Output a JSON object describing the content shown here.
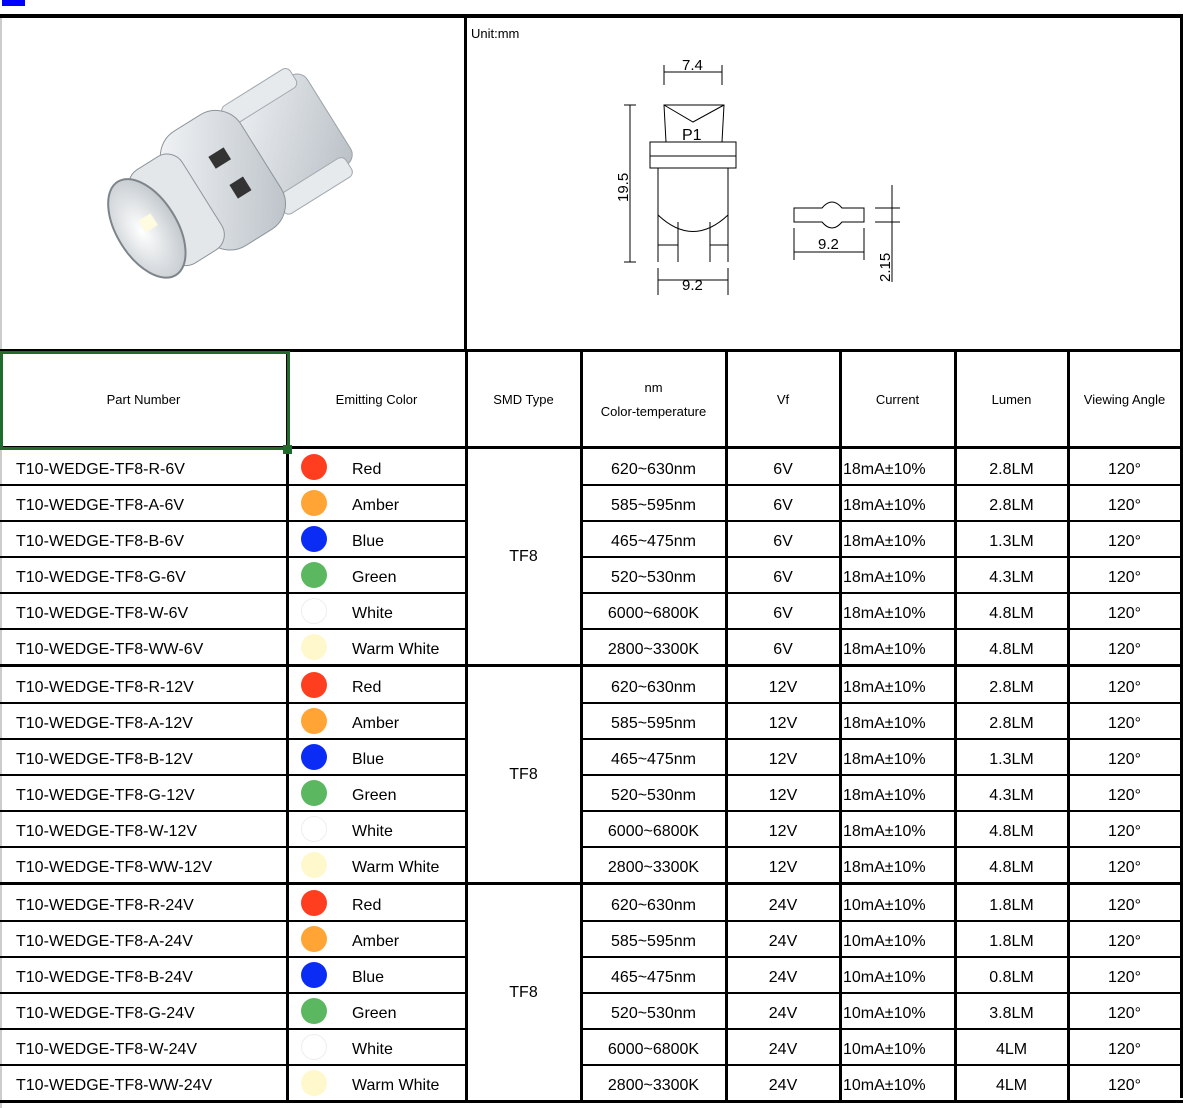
{
  "unit_label": "Unit:mm",
  "dimensions": {
    "top_width": "7.4",
    "height": "19.5",
    "base_width": "9.2",
    "side_width": "9.2",
    "side_thickness": "2.15",
    "marking": "P1"
  },
  "headers": {
    "part_number": "Part Number",
    "emitting_color": "Emitting Color",
    "smd_type": "SMD Type",
    "nm": "nm",
    "color_temperature": "Color-temperature",
    "vf": "Vf",
    "current": "Current",
    "lumen": "Lumen",
    "viewing_angle": "Viewing Angle"
  },
  "colors": {
    "Red": "#ff3d1f",
    "Amber": "#ffa435",
    "Blue": "#0a2cf5",
    "Green": "#5cb860",
    "White": "#ffffff",
    "Warm White": "#fff8cc"
  },
  "groups": [
    {
      "smd_type": "TF8",
      "rows": [
        {
          "part": "T10-WEDGE-TF8-R-6V",
          "color": "Red",
          "wl": "620~630nm",
          "vf": "6V",
          "current": "18mA±10%",
          "lumen": "2.8LM",
          "angle": "120°"
        },
        {
          "part": "T10-WEDGE-TF8-A-6V",
          "color": "Amber",
          "wl": "585~595nm",
          "vf": "6V",
          "current": "18mA±10%",
          "lumen": "2.8LM",
          "angle": "120°"
        },
        {
          "part": "T10-WEDGE-TF8-B-6V",
          "color": "Blue",
          "wl": "465~475nm",
          "vf": "6V",
          "current": "18mA±10%",
          "lumen": "1.3LM",
          "angle": "120°"
        },
        {
          "part": "T10-WEDGE-TF8-G-6V",
          "color": "Green",
          "wl": "520~530nm",
          "vf": "6V",
          "current": "18mA±10%",
          "lumen": "4.3LM",
          "angle": "120°"
        },
        {
          "part": "T10-WEDGE-TF8-W-6V",
          "color": "White",
          "wl": "6000~6800K",
          "vf": "6V",
          "current": "18mA±10%",
          "lumen": "4.8LM",
          "angle": "120°"
        },
        {
          "part": "T10-WEDGE-TF8-WW-6V",
          "color": "Warm White",
          "wl": "2800~3300K",
          "vf": "6V",
          "current": "18mA±10%",
          "lumen": "4.8LM",
          "angle": "120°"
        }
      ]
    },
    {
      "smd_type": "TF8",
      "rows": [
        {
          "part": "T10-WEDGE-TF8-R-12V",
          "color": "Red",
          "wl": "620~630nm",
          "vf": "12V",
          "current": "18mA±10%",
          "lumen": "2.8LM",
          "angle": "120°"
        },
        {
          "part": "T10-WEDGE-TF8-A-12V",
          "color": "Amber",
          "wl": "585~595nm",
          "vf": "12V",
          "current": "18mA±10%",
          "lumen": "2.8LM",
          "angle": "120°"
        },
        {
          "part": "T10-WEDGE-TF8-B-12V",
          "color": "Blue",
          "wl": "465~475nm",
          "vf": "12V",
          "current": "18mA±10%",
          "lumen": "1.3LM",
          "angle": "120°"
        },
        {
          "part": "T10-WEDGE-TF8-G-12V",
          "color": "Green",
          "wl": "520~530nm",
          "vf": "12V",
          "current": "18mA±10%",
          "lumen": "4.3LM",
          "angle": "120°"
        },
        {
          "part": "T10-WEDGE-TF8-W-12V",
          "color": "White",
          "wl": "6000~6800K",
          "vf": "12V",
          "current": "18mA±10%",
          "lumen": "4.8LM",
          "angle": "120°"
        },
        {
          "part": "T10-WEDGE-TF8-WW-12V",
          "color": "Warm White",
          "wl": "2800~3300K",
          "vf": "12V",
          "current": "18mA±10%",
          "lumen": "4.8LM",
          "angle": "120°"
        }
      ]
    },
    {
      "smd_type": "TF8",
      "rows": [
        {
          "part": "T10-WEDGE-TF8-R-24V",
          "color": "Red",
          "wl": "620~630nm",
          "vf": "24V",
          "current": "10mA±10%",
          "lumen": "1.8LM",
          "angle": "120°"
        },
        {
          "part": "T10-WEDGE-TF8-A-24V",
          "color": "Amber",
          "wl": "585~595nm",
          "vf": "24V",
          "current": "10mA±10%",
          "lumen": "1.8LM",
          "angle": "120°"
        },
        {
          "part": "T10-WEDGE-TF8-B-24V",
          "color": "Blue",
          "wl": "465~475nm",
          "vf": "24V",
          "current": "10mA±10%",
          "lumen": "0.8LM",
          "angle": "120°"
        },
        {
          "part": "T10-WEDGE-TF8-G-24V",
          "color": "Green",
          "wl": "520~530nm",
          "vf": "24V",
          "current": "10mA±10%",
          "lumen": "3.8LM",
          "angle": "120°"
        },
        {
          "part": "T10-WEDGE-TF8-W-24V",
          "color": "White",
          "wl": "6000~6800K",
          "vf": "24V",
          "current": "10mA±10%",
          "lumen": "4LM",
          "angle": "120°"
        },
        {
          "part": "T10-WEDGE-TF8-WW-24V",
          "color": "Warm White",
          "wl": "2800~3300K",
          "vf": "24V",
          "current": "10mA±10%",
          "lumen": "4LM",
          "angle": "120°"
        }
      ]
    }
  ]
}
